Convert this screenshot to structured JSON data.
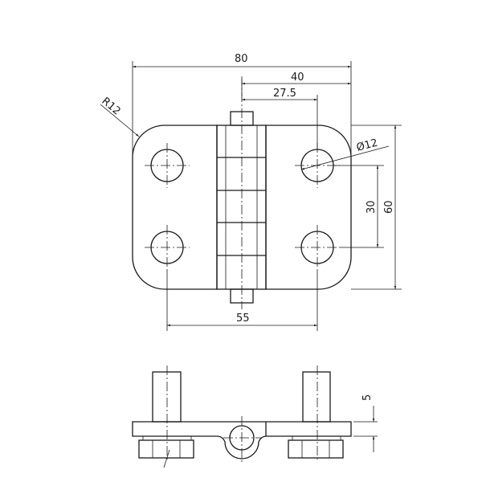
{
  "drawing": {
    "title": "Hinge technical drawing",
    "dimensions": {
      "overall_width": "80",
      "half_width": "40",
      "hole_offset": "27.5",
      "corner_radius": "R12",
      "hole_diameter": "Ø12",
      "hole_spacing_vertical": "30",
      "overall_height": "60",
      "hole_spacing_horizontal": "55",
      "thickness": "5"
    },
    "line_color": "#1a1a1a"
  }
}
